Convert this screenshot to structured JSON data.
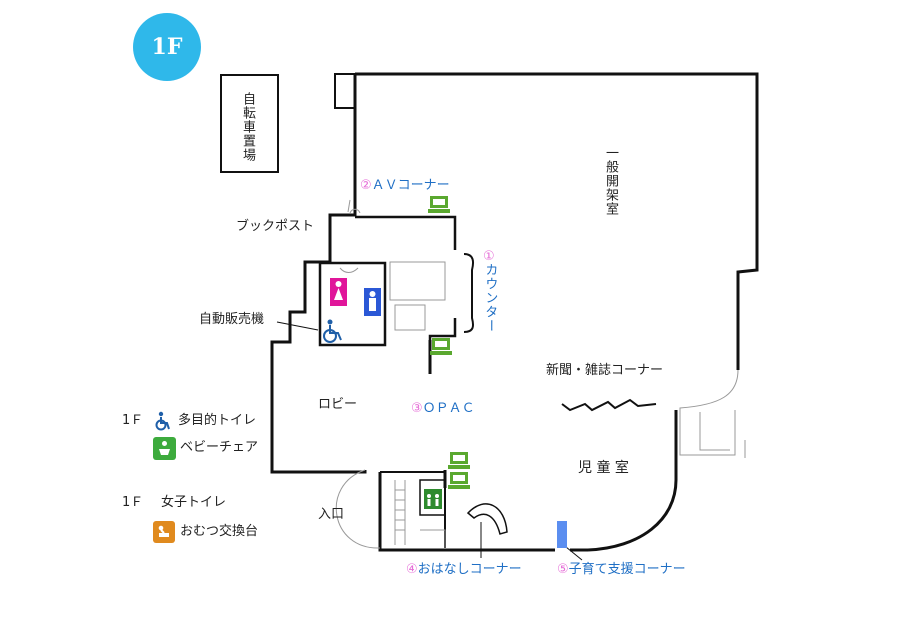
{
  "floor_badge": "1F",
  "rooms": {
    "bicycle_parking": "自転車置場",
    "open_stacks": "一般開架室",
    "lobby": "ロビー",
    "childrens_room": "児 童 室",
    "entrance": "入口"
  },
  "labels": {
    "book_post": "ブックポスト",
    "vending": "自動販売機",
    "av_num": "②",
    "av": "ＡＶコーナー",
    "counter_num": "①",
    "counter": "カウンター",
    "opac_num": "③",
    "opac": "ＯＰＡＣ",
    "newspaper": "新聞・雑誌コーナー",
    "storytelling_num": "④",
    "storytelling": "おはなしコーナー",
    "childcare_num": "⑤",
    "childcare": "子育て支援コーナー"
  },
  "legend": {
    "group1_floor": "1Ｆ",
    "group1_item1": "多目的トイレ",
    "group1_item2": "ベビーチェア",
    "group2_floor": "1Ｆ",
    "group2_title": "女子トイレ",
    "group2_item1": "おむつ交換台"
  },
  "colors": {
    "badge": "#2fb8ea",
    "women": "#e0169a",
    "men": "#2b58d6",
    "accessible": "#1f5fa8",
    "baby_chair": "#3dab3d",
    "diaper": "#e08a1e",
    "pc": "#5aa82f",
    "childcare_marker": "#5b8ef0",
    "number_pink": "#e66fd8",
    "label_blue": "#1f6fc5"
  },
  "icons": [
    "women-toilet-icon",
    "men-toilet-icon",
    "wheelchair-icon",
    "baby-chair-icon",
    "diaper-icon",
    "elevator-icon",
    "computer-icon"
  ]
}
